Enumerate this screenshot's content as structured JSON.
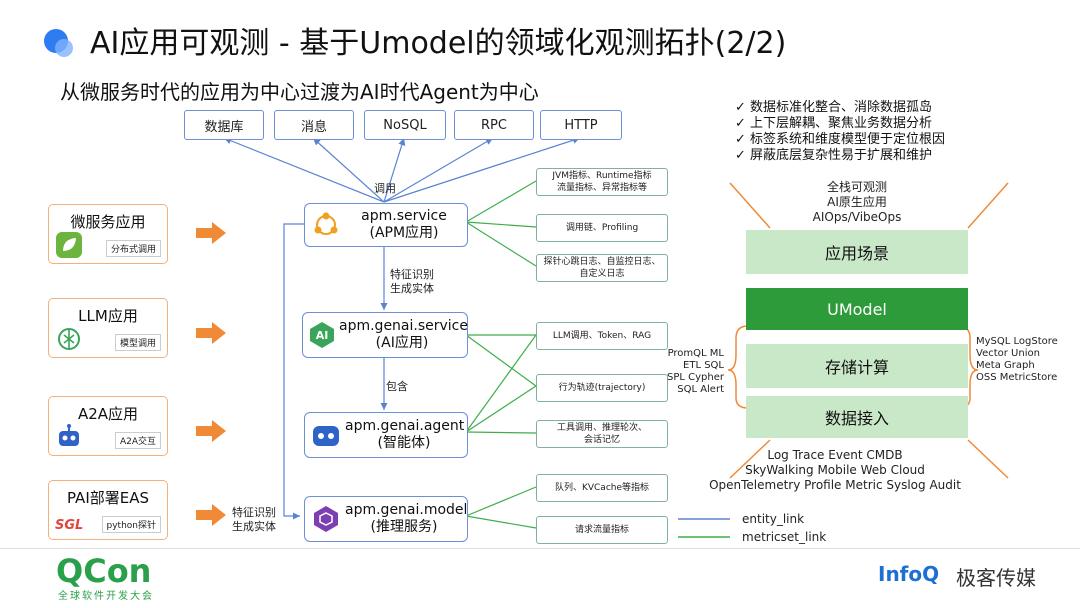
{
  "header": {
    "title": "AI应用可观测 - 基于Umodel的领域化观测拓扑(2/2)",
    "subtitle": "从微服务时代的应用为中心过渡为AI时代Agent为中心"
  },
  "datastores": [
    "数据库",
    "消息",
    "NoSQL",
    "RPC",
    "HTTP"
  ],
  "edge_labels": {
    "call": "调用",
    "feature1": "特征识别\n生成实体",
    "contains": "包含",
    "feature2": "特征识别\n生成实体"
  },
  "apps": [
    {
      "title": "微服务应用",
      "sub": "分布式调用",
      "icon": "spring-leaf-icon"
    },
    {
      "title": "LLM应用",
      "sub": "模型调用",
      "icon": "openai-knot-icon"
    },
    {
      "title": "A2A应用",
      "sub": "A2A交互",
      "icon": "robot-icon"
    },
    {
      "title": "PAI部署EAS",
      "sub": "python探针",
      "icon": "sgl-logo-icon",
      "badge": "SGL"
    }
  ],
  "services": [
    {
      "name": "apm.service",
      "desc": "(APM应用)",
      "icon": "apm-graph-icon"
    },
    {
      "name": "apm.genai.service",
      "desc": "(AI应用)",
      "icon": "ai-badge-icon"
    },
    {
      "name": "apm.genai.agent",
      "desc": "(智能体)",
      "icon": "agent-robot-icon"
    },
    {
      "name": "apm.genai.model",
      "desc": "(推理服务)",
      "icon": "model-cube-icon"
    }
  ],
  "metrics": [
    "JVM指标、Runtime指标\n流量指标、异常指标等",
    "调用链、Profiling",
    "探针心跳日志、自监控日志、\n自定义日志",
    "LLM调用、Token、RAG",
    "行为轨迹(trajectory)",
    "工具调用、推理轮次、\n会话记忆",
    "队列、KVCache等指标",
    "请求流量指标"
  ],
  "legend": {
    "entity_link": "entity_link",
    "metricset_link": "metricset_link",
    "entity_color": "#5b83d4",
    "metricset_color": "#3fae4a"
  },
  "checklist": [
    "✓ 数据标准化整合、消除数据孤岛",
    "✓ 上下层解耦、聚焦业务数据分析",
    "✓ 标签系统和维度模型便于定位根因",
    "✓ 屏蔽底层复杂性易于扩展和维护"
  ],
  "stack": {
    "top_text": [
      "全栈可观测",
      "AI原生应用",
      "AIOps/VibeOps"
    ],
    "layers": [
      "应用场景",
      "UModel",
      "存储计算",
      "数据接入"
    ],
    "left_items": [
      "PromQL ML",
      "ETL SQL",
      "SPL Cypher",
      "SQL Alert"
    ],
    "right_items": [
      "MySQL  LogStore",
      "Vector Union",
      "Meta  Graph",
      "OSS  MetricStore"
    ],
    "bottom_text": [
      "Log Trace Event CMDB",
      "SkyWalking  Mobile Web Cloud",
      "OpenTelemetry Profile Metric Syslog Audit"
    ]
  },
  "footer": {
    "qcon": "QCon",
    "qcon_sub": "全球软件开发大会",
    "infoq": "InfoQ",
    "infoq_cn": "极客传媒"
  },
  "colors": {
    "accent_orange": "#f08a36",
    "brand_green": "#2e9b3b",
    "brand_blue": "#1d6fd6"
  }
}
